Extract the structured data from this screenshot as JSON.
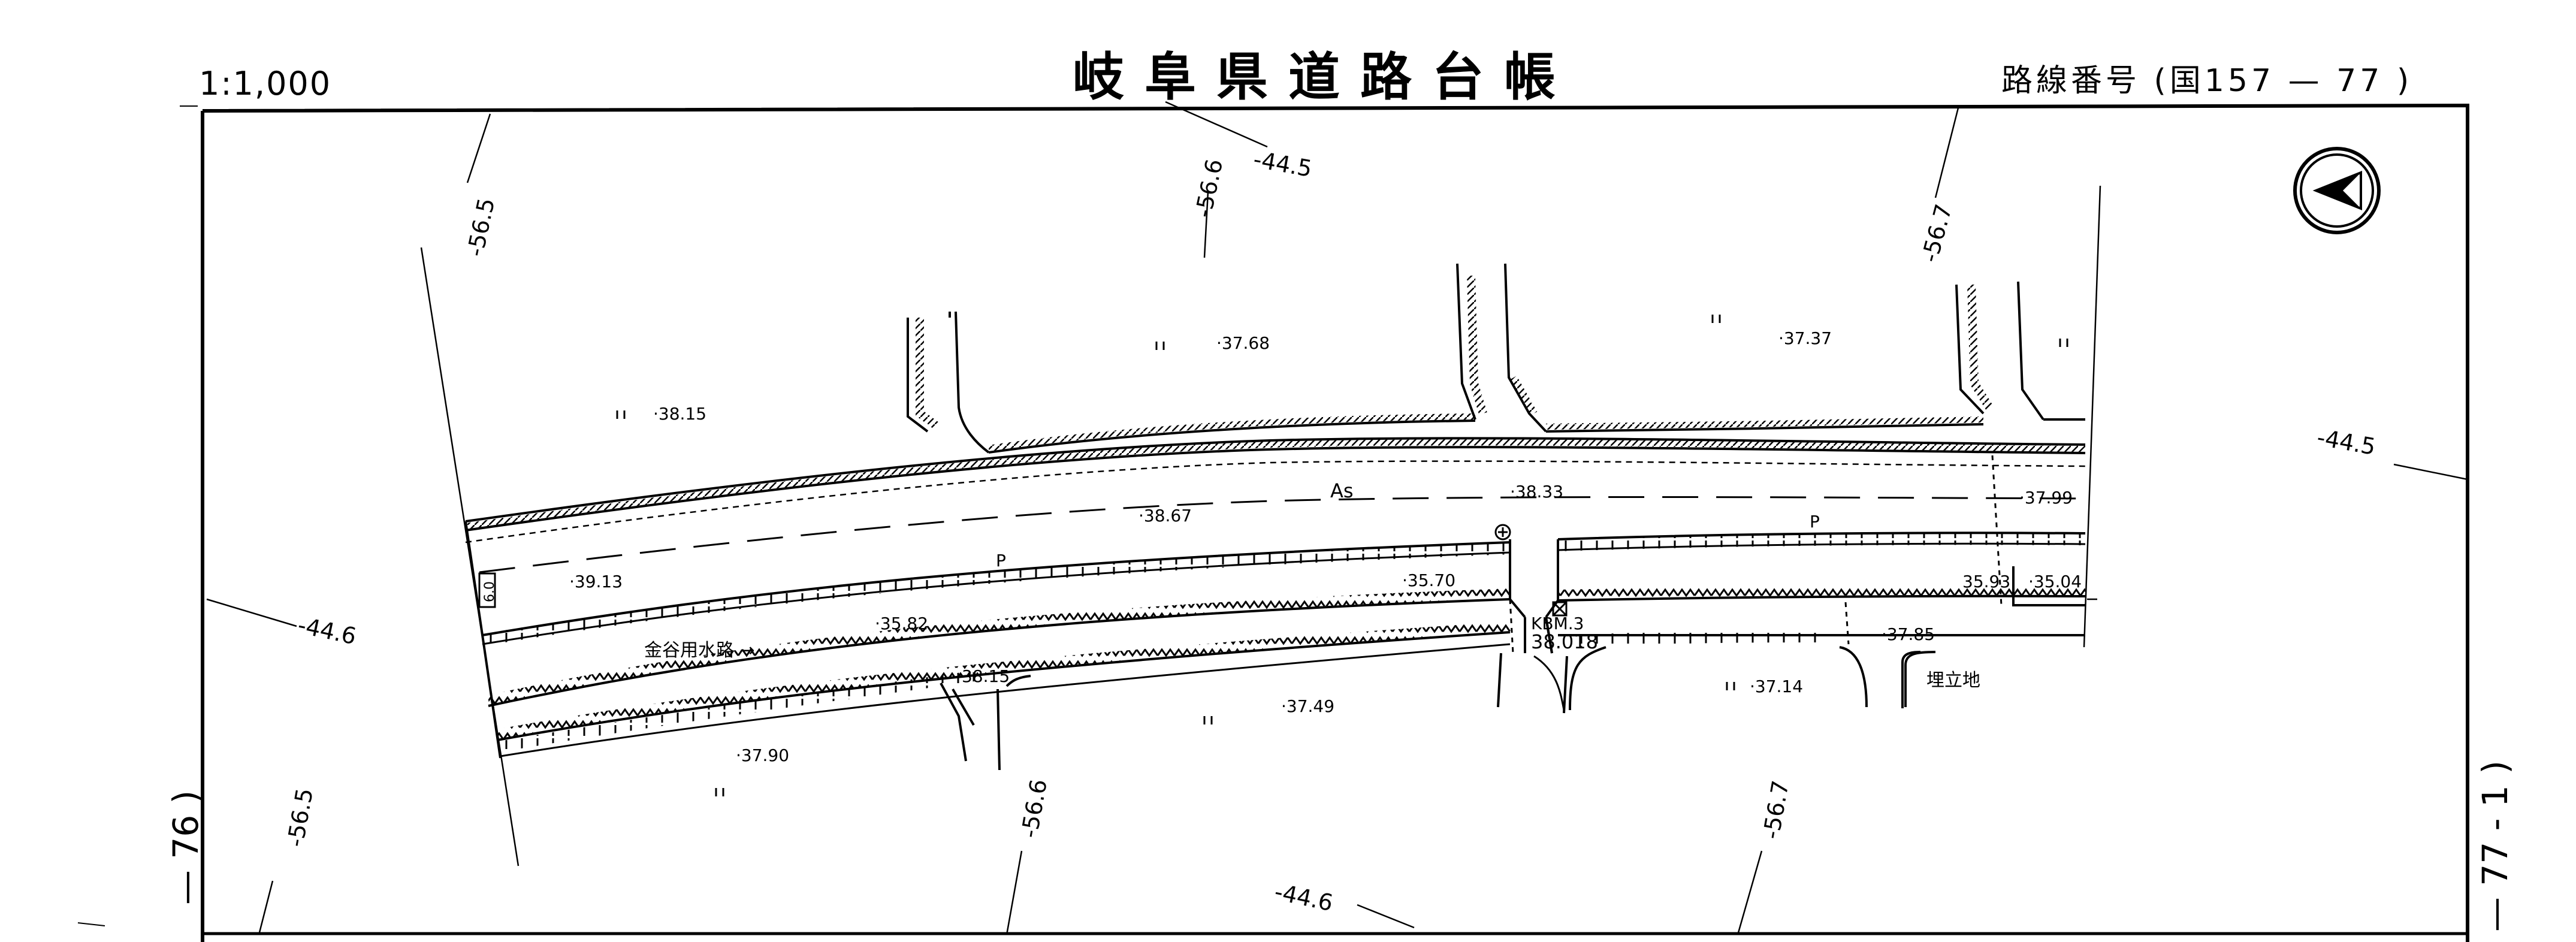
{
  "header": {
    "scale": "1:1,000",
    "title": "岐阜県道路台帳",
    "route_number": "路線番号 (国157 — 77 )"
  },
  "adjacent_sheets": {
    "left": "— 76 )",
    "right": "— 77 - 1 )"
  },
  "north_arrow": "north-arrow-icon",
  "grid_labels": [
    {
      "text": "-56.5"
    },
    {
      "text": "-56.6"
    },
    {
      "text": "-56.7"
    },
    {
      "text": "-56.5"
    },
    {
      "text": "-56.6"
    },
    {
      "text": "-56.7"
    },
    {
      "text": "-44.5"
    },
    {
      "text": "-44.5"
    },
    {
      "text": "-44.6"
    },
    {
      "text": "-44.6"
    }
  ],
  "elevations": [
    {
      "text": "·38.15"
    },
    {
      "text": "·37.68"
    },
    {
      "text": "·37.37"
    },
    {
      "text": "·38.33"
    },
    {
      "text": "·37.99"
    },
    {
      "text": "·38.67"
    },
    {
      "text": "·39.13"
    },
    {
      "text": "·35.70"
    },
    {
      "text": "35.93"
    },
    {
      "text": "·35.04"
    },
    {
      "text": "·35.82"
    },
    {
      "text": "·37.85"
    },
    {
      "text": "38.15"
    },
    {
      "text": "·37.14"
    },
    {
      "text": "·37.49"
    },
    {
      "text": "·37.90"
    }
  ],
  "map_labels": {
    "pavement": "As",
    "p_left": "P",
    "p_right": "P",
    "waterway": "金谷用水路 →",
    "benchmark_id": "KBM.3",
    "benchmark_value": "38.018",
    "landfill": "埋立地",
    "sign_value": "6.0"
  }
}
